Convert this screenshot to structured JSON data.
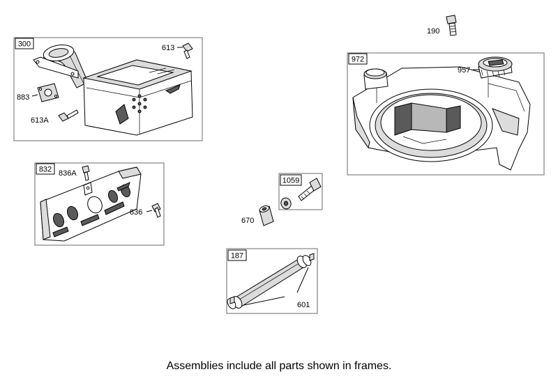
{
  "frames": {
    "muffler": "300",
    "guard": "832",
    "bolt_group": "1059",
    "tube": "187",
    "tank": "972"
  },
  "labels": {
    "screw_613": "613",
    "gasket_883": "883",
    "screw_613a": "613A",
    "screw_836a": "836A",
    "screw_836": "836",
    "spacer_670": "670",
    "clamp_601": "601",
    "bolt_190": "190",
    "cap_957": "957"
  },
  "footer": "Assemblies include all parts shown in frames."
}
